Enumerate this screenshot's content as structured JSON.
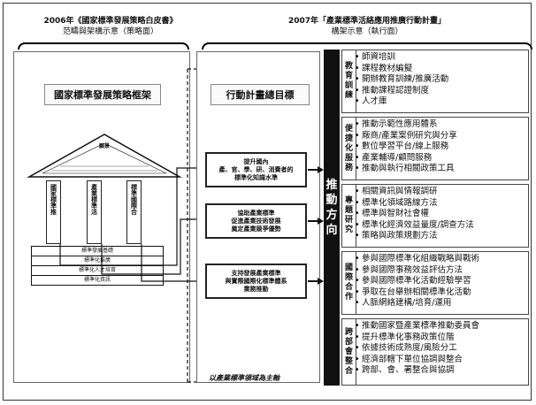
{
  "headers": {
    "left": {
      "line1": "2006年《國家標準發展策略白皮書》",
      "line2": "范疇與架構示意（策略面）"
    },
    "right": {
      "line1": "2007年「產業標準活絡應用推廣行動計畫」",
      "line2": "構架示意（執行面）"
    }
  },
  "left_title": "國家標準發展策略框架",
  "right_title": "行動計畫總目標",
  "house": {
    "roof_text": "願景",
    "pillars": [
      "國家標準推",
      "產業標準活",
      "標準國際合"
    ],
    "base_rows": [
      "標準發展基礎",
      "標準化推廣",
      "標準化人才培育",
      "標準化資訊"
    ]
  },
  "goals": [
    "提升國內\n產、官、學、研、消費者的\n標準化知識水準",
    "協助產業標準\n促進產業技術發展\n奠定產業競爭優勢",
    "支持發展產業標準\n與實際國際化標準體系\n業務推動"
  ],
  "footnote": "以產業標準領域為主軸",
  "direction_label": "推\n動\n方\n向",
  "sections": [
    {
      "title": "教育訓練",
      "items": [
        "師資培訓",
        "課程教材編擬",
        "開辦教育訓練/推廣活動",
        "推動課程認證制度",
        "人才庫"
      ]
    },
    {
      "title": "便捷化服務",
      "items": [
        "推動示範性應用體系",
        "廠商/產業案例研究與分享",
        "數位學習平台/線上服務",
        "產業輔導/顧問服務",
        "推動與執行相關政策工具"
      ]
    },
    {
      "title": "專題研究",
      "items": [
        "相關資訊與情報調研",
        "標準化領域路線方法",
        "標準與智財社會權",
        "標準化經濟效益量度/調查方法",
        "策略與政策規劃方法"
      ]
    },
    {
      "title": "國際合作",
      "items": [
        "參與國際標準化組織戰略與戰術",
        "參與國際事務效益評估方法",
        "參與國際標準化活動經驗學習",
        "爭取在台舉辦相關標準化活動",
        "人脈網絡建構/培育/運用"
      ]
    },
    {
      "title": "跨部會整合",
      "items": [
        "推動國家暨產業標準推動委員會",
        "提升標準化事務政策位階",
        "依據技術成熟度/風險分工",
        "經濟部轄下單位協調與整合",
        "跨部、會、署整合與協調"
      ]
    }
  ]
}
